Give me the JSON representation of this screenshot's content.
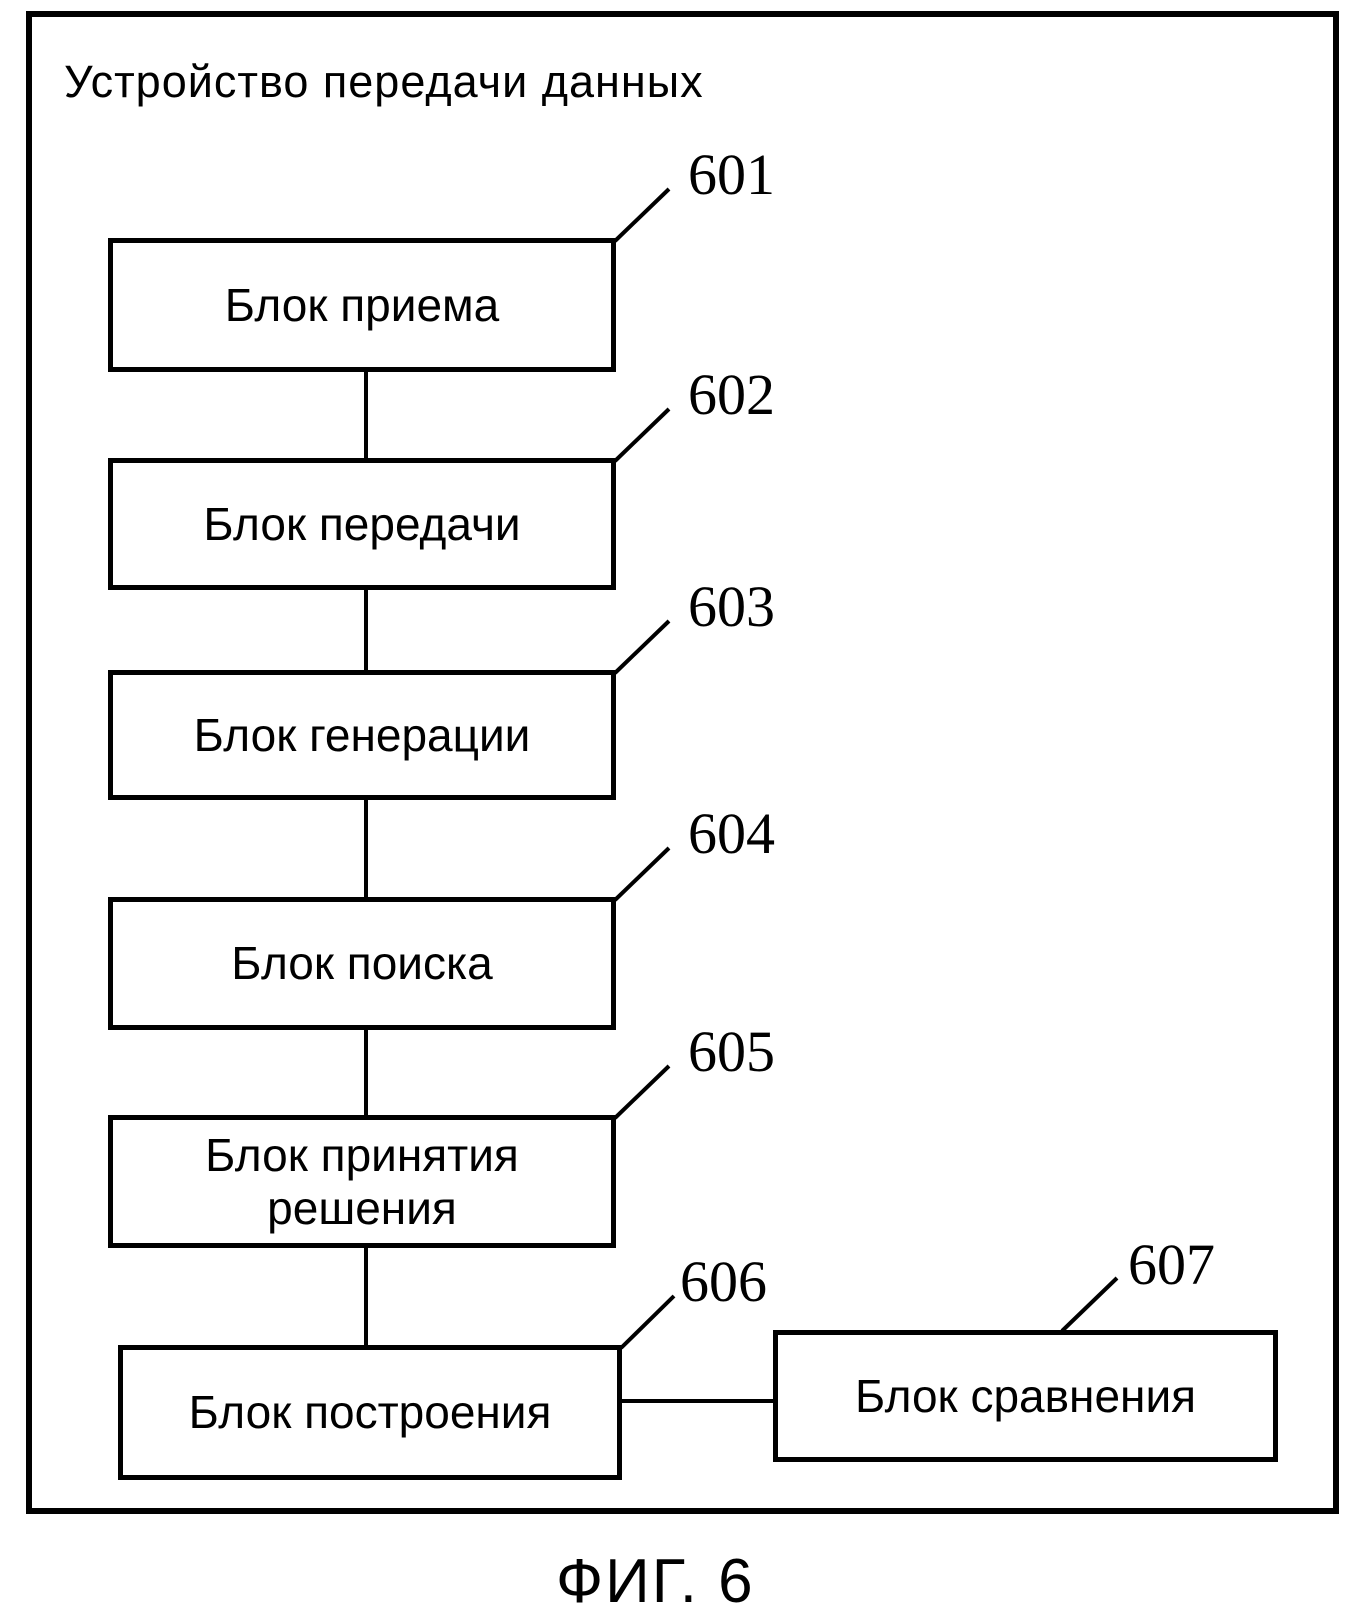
{
  "figure": {
    "title": "Устройство передачи данных",
    "caption": "ФИГ. 6",
    "ink_color": "#000000",
    "background_color": "#ffffff",
    "blocks": [
      {
        "ref": "601",
        "name": "Блок приема"
      },
      {
        "ref": "602",
        "name": "Блок передачи"
      },
      {
        "ref": "603",
        "name": "Блок генерации"
      },
      {
        "ref": "604",
        "name": "Блок поиска"
      },
      {
        "ref": "605",
        "name": "Блок принятия решения"
      },
      {
        "ref": "606",
        "name": "Блок построения"
      },
      {
        "ref": "607",
        "name": "Блок сравнения"
      }
    ]
  }
}
